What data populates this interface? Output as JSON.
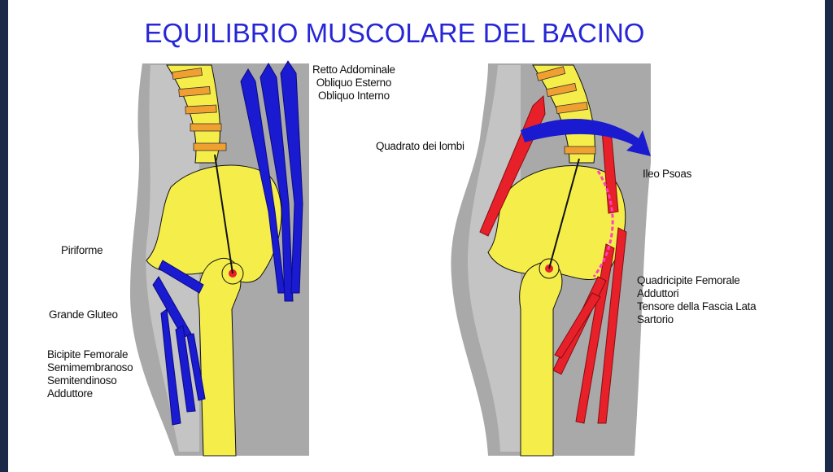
{
  "title": "EQUILIBRIO MUSCOLARE DEL BACINO",
  "left_figure": {
    "labels_top": [
      "Retto Addominale",
      "Obliquo Esterno",
      "Obliquo Interno"
    ],
    "piriforme": "Piriforme",
    "grande_gluteo": "Grande Gluteo",
    "labels_bottom": [
      "Bicipite Femorale",
      "Semimembranoso",
      "Semitendinoso",
      "Adduttore"
    ]
  },
  "right_figure": {
    "quadrato": "Quadrato dei lombi",
    "ileo_psoas": "Ileo Psoas",
    "labels_bottom": [
      "Quadricipite Femorale",
      "Adduttori",
      "Tensore della Fascia Lata",
      "Sartorio"
    ]
  },
  "colors": {
    "title": "#2626d6",
    "bone": "#f5ee4a",
    "body": "#a9a9a9",
    "blue_muscle": "#1a1ad0",
    "red_muscle": "#e8202a",
    "vertebra": "#f0a030"
  }
}
